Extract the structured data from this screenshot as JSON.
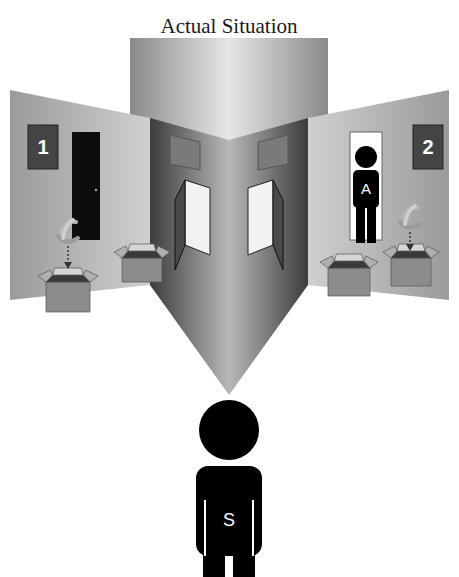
{
  "diagram": {
    "title": "Actual Situation",
    "labels": [
      "1",
      "2",
      "A",
      "S"
    ]
  }
}
